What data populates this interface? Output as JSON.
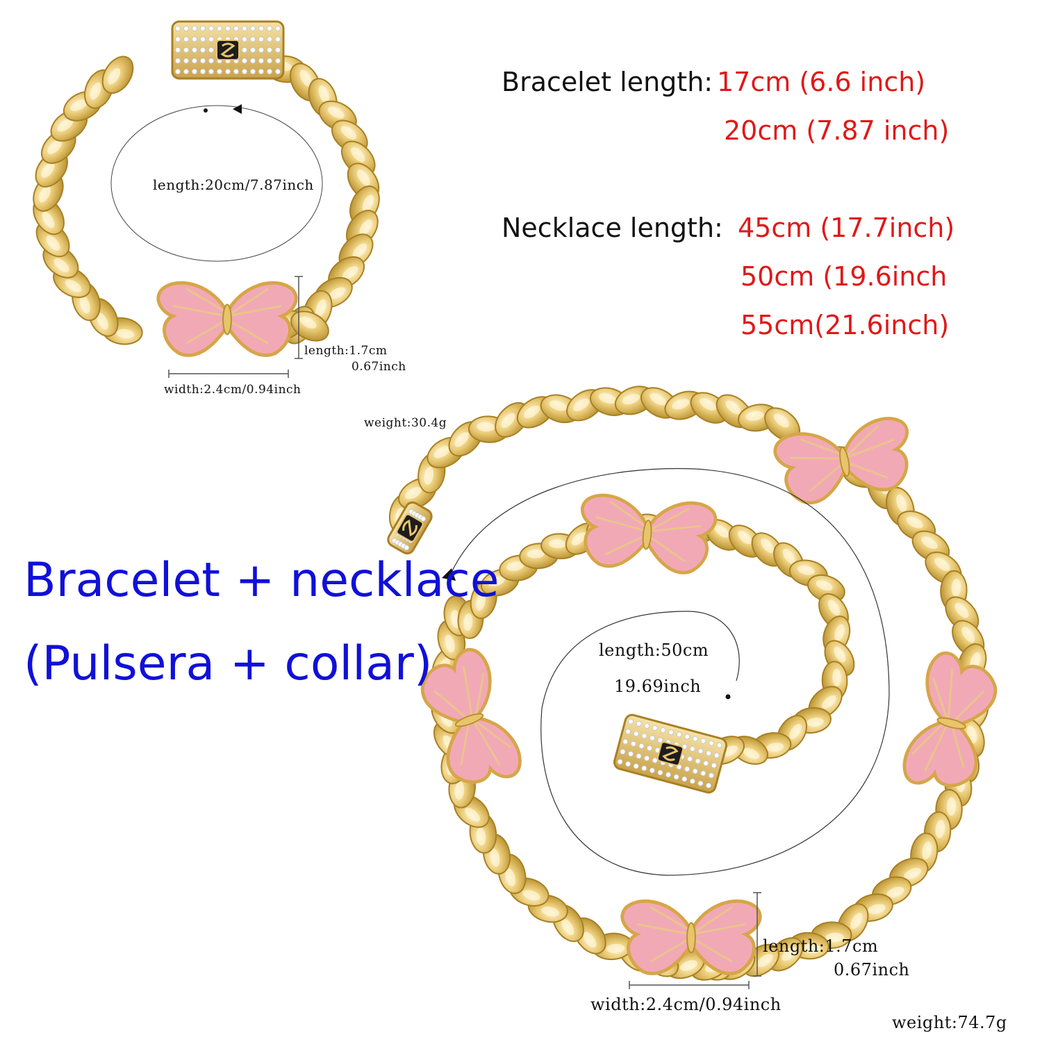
{
  "specs": {
    "bracelet_label": "Bracelet length:",
    "bracelet_values": [
      "17cm (6.6 inch)",
      "20cm (7.87 inch)"
    ],
    "necklace_label": "Necklace length:",
    "necklace_values": [
      "45cm (17.7inch)",
      "50cm (19.6inch",
      "55cm(21.6inch)"
    ]
  },
  "headline": {
    "line1": "Bracelet + necklace",
    "line2": "(Pulsera + collar)"
  },
  "bracelet_annotations": {
    "length": "length:20cm/7.87inch",
    "charm_length_cm": "length:1.7cm",
    "charm_length_in": "0.67inch",
    "charm_width": "width:2.4cm/0.94inch",
    "weight": "weight:30.4g"
  },
  "necklace_annotations": {
    "length_cm": "length:50cm",
    "length_in": "19.69inch",
    "charm_length_cm": "length:1.7cm",
    "charm_length_in": "0.67inch",
    "charm_width": "width:2.4cm/0.94inch",
    "weight": "weight:74.7g"
  },
  "colors": {
    "gold": "#e8c46a",
    "gold_dark": "#b8902e",
    "pink": "#f2a9b6",
    "value_red": "#e01818",
    "headline_blue": "#1010d8"
  }
}
